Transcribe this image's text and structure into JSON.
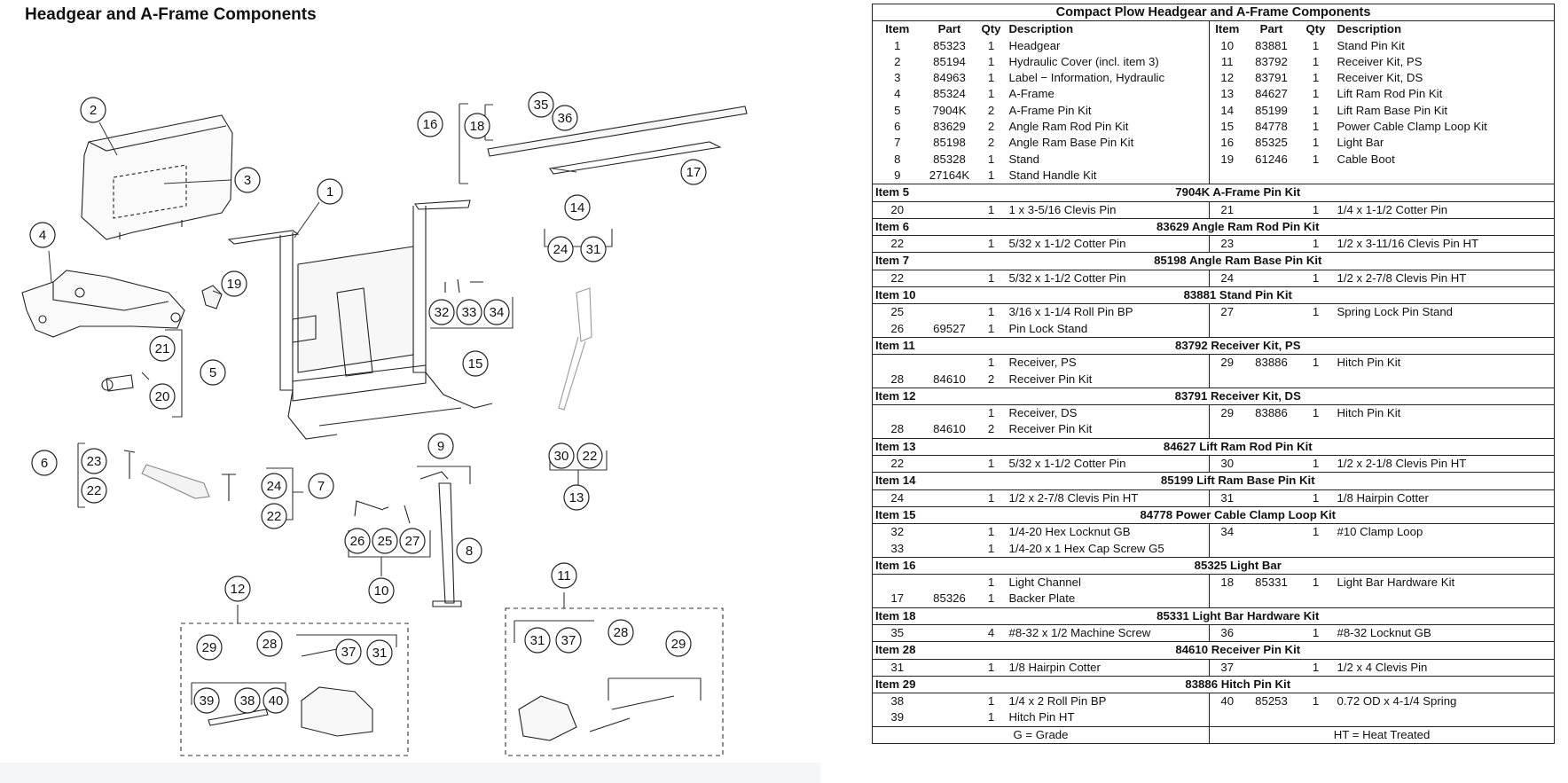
{
  "page_title": "Headgear and A-Frame Components",
  "callouts": [
    "1",
    "2",
    "3",
    "4",
    "5",
    "6",
    "7",
    "8",
    "9",
    "10",
    "11",
    "12",
    "13",
    "14",
    "15",
    "16",
    "17",
    "18",
    "19",
    "20",
    "21",
    "22",
    "22",
    "22",
    "23",
    "24",
    "24",
    "25",
    "26",
    "27",
    "28",
    "28",
    "29",
    "29",
    "30",
    "31",
    "31",
    "31",
    "32",
    "33",
    "34",
    "35",
    "36",
    "37",
    "37",
    "38",
    "39",
    "40"
  ],
  "table": {
    "title": "Compact Plow Headgear and A-Frame Components",
    "headers": {
      "item": "Item",
      "part": "Part",
      "qty": "Qty",
      "desc": "Description"
    },
    "main_rows": [
      {
        "l": [
          "1",
          "85323",
          "1",
          "Headgear"
        ],
        "r": [
          "10",
          "83881",
          "1",
          "Stand Pin Kit"
        ]
      },
      {
        "l": [
          "2",
          "85194",
          "1",
          "Hydraulic Cover (incl. item 3)"
        ],
        "r": [
          "11",
          "83792",
          "1",
          "Receiver Kit, PS"
        ]
      },
      {
        "l": [
          "3",
          "84963",
          "1",
          "Label − Information, Hydraulic"
        ],
        "r": [
          "12",
          "83791",
          "1",
          "Receiver Kit, DS"
        ]
      },
      {
        "l": [
          "4",
          "85324",
          "1",
          "A-Frame"
        ],
        "r": [
          "13",
          "84627",
          "1",
          "Lift Ram Rod Pin Kit"
        ]
      },
      {
        "l": [
          "5",
          "7904K",
          "2",
          "A-Frame Pin Kit"
        ],
        "r": [
          "14",
          "85199",
          "1",
          "Lift Ram Base Pin Kit"
        ]
      },
      {
        "l": [
          "6",
          "83629",
          "2",
          "Angle Ram Rod Pin Kit"
        ],
        "r": [
          "15",
          "84778",
          "1",
          "Power Cable Clamp Loop Kit"
        ]
      },
      {
        "l": [
          "7",
          "85198",
          "2",
          "Angle Ram Base Pin Kit"
        ],
        "r": [
          "16",
          "85325",
          "1",
          "Light Bar"
        ]
      },
      {
        "l": [
          "8",
          "85328",
          "1",
          "Stand"
        ],
        "r": [
          "19",
          "61246",
          "1",
          "Cable Boot"
        ]
      },
      {
        "l": [
          "9",
          "27164K",
          "1",
          "Stand Handle Kit"
        ],
        "r": [
          "",
          "",
          "",
          ""
        ]
      }
    ],
    "groups": [
      {
        "item": "Item 5",
        "title": "7904K  A-Frame Pin Kit",
        "rows": [
          {
            "l": [
              "20",
              "",
              "1",
              "1 x 3-5/16 Clevis Pin"
            ],
            "r": [
              "21",
              "",
              "1",
              "1/4 x 1-1/2 Cotter Pin"
            ]
          }
        ]
      },
      {
        "item": "Item 6",
        "title": "83629  Angle Ram Rod Pin Kit",
        "rows": [
          {
            "l": [
              "22",
              "",
              "1",
              "5/32 x 1-1/2 Cotter Pin"
            ],
            "r": [
              "23",
              "",
              "1",
              "1/2 x 3-11/16 Clevis Pin HT"
            ]
          }
        ]
      },
      {
        "item": "Item 7",
        "title": "85198  Angle Ram Base Pin Kit",
        "rows": [
          {
            "l": [
              "22",
              "",
              "1",
              "5/32 x 1-1/2 Cotter Pin"
            ],
            "r": [
              "24",
              "",
              "1",
              "1/2 x 2-7/8 Clevis Pin HT"
            ]
          }
        ]
      },
      {
        "item": "Item 10",
        "title": "83881  Stand Pin Kit",
        "rows": [
          {
            "l": [
              "25",
              "",
              "1",
              "3/16 x 1-1/4 Roll Pin BP"
            ],
            "r": [
              "27",
              "",
              "1",
              "Spring Lock Pin Stand"
            ]
          },
          {
            "l": [
              "26",
              "69527",
              "1",
              "Pin Lock Stand"
            ],
            "r": [
              "",
              "",
              "",
              ""
            ]
          }
        ]
      },
      {
        "item": "Item 11",
        "title": "83792  Receiver Kit, PS",
        "rows": [
          {
            "l": [
              "",
              "",
              "1",
              "Receiver, PS"
            ],
            "r": [
              "29",
              "83886",
              "1",
              "Hitch Pin Kit"
            ]
          },
          {
            "l": [
              "28",
              "84610",
              "2",
              "Receiver Pin Kit"
            ],
            "r": [
              "",
              "",
              "",
              ""
            ]
          }
        ]
      },
      {
        "item": "Item 12",
        "title": "83791  Receiver Kit, DS",
        "rows": [
          {
            "l": [
              "",
              "",
              "1",
              "Receiver, DS"
            ],
            "r": [
              "29",
              "83886",
              "1",
              "Hitch Pin Kit"
            ]
          },
          {
            "l": [
              "28",
              "84610",
              "2",
              "Receiver Pin Kit"
            ],
            "r": [
              "",
              "",
              "",
              ""
            ]
          }
        ]
      },
      {
        "item": "Item 13",
        "title": "84627  Lift Ram Rod Pin Kit",
        "rows": [
          {
            "l": [
              "22",
              "",
              "1",
              "5/32 x 1-1/2 Cotter Pin"
            ],
            "r": [
              "30",
              "",
              "1",
              "1/2 x 2-1/8 Clevis Pin HT"
            ]
          }
        ]
      },
      {
        "item": "Item 14",
        "title": "85199  Lift Ram Base Pin Kit",
        "rows": [
          {
            "l": [
              "24",
              "",
              "1",
              "1/2 x 2-7/8 Clevis Pin HT"
            ],
            "r": [
              "31",
              "",
              "1",
              "1/8 Hairpin Cotter"
            ]
          }
        ]
      },
      {
        "item": "Item 15",
        "title": "84778  Power Cable Clamp Loop Kit",
        "rows": [
          {
            "l": [
              "32",
              "",
              "1",
              "1/4-20 Hex Locknut GB"
            ],
            "r": [
              "34",
              "",
              "1",
              "#10 Clamp Loop"
            ]
          },
          {
            "l": [
              "33",
              "",
              "1",
              "1/4-20 x 1 Hex Cap Screw G5"
            ],
            "r": [
              "",
              "",
              "",
              ""
            ]
          }
        ]
      },
      {
        "item": "Item 16",
        "title": "85325  Light Bar",
        "rows": [
          {
            "l": [
              "",
              "",
              "1",
              "Light Channel"
            ],
            "r": [
              "18",
              "85331",
              "1",
              "Light Bar Hardware Kit"
            ]
          },
          {
            "l": [
              "17",
              "85326",
              "1",
              "Backer Plate"
            ],
            "r": [
              "",
              "",
              "",
              ""
            ]
          }
        ]
      },
      {
        "item": "Item 18",
        "title": "85331  Light Bar Hardware Kit",
        "rows": [
          {
            "l": [
              "35",
              "",
              "4",
              "#8-32 x 1/2 Machine Screw"
            ],
            "r": [
              "36",
              "",
              "1",
              "#8-32 Locknut GB"
            ]
          }
        ]
      },
      {
        "item": "Item 28",
        "title": "84610  Receiver Pin Kit",
        "rows": [
          {
            "l": [
              "31",
              "",
              "1",
              "1/8 Hairpin Cotter"
            ],
            "r": [
              "37",
              "",
              "1",
              "1/2 x 4 Clevis Pin"
            ]
          }
        ]
      },
      {
        "item": "Item 29",
        "title": "83886  Hitch Pin Kit",
        "rows": [
          {
            "l": [
              "38",
              "",
              "1",
              "1/4 x 2 Roll Pin BP"
            ],
            "r": [
              "40",
              "85253",
              "1",
              "0.72 OD x 4-1/4 Spring"
            ]
          },
          {
            "l": [
              "39",
              "",
              "1",
              "Hitch Pin HT"
            ],
            "r": [
              "",
              "",
              "",
              ""
            ]
          }
        ]
      }
    ],
    "footer": {
      "left": "G = Grade",
      "right": "HT = Heat Treated"
    }
  }
}
